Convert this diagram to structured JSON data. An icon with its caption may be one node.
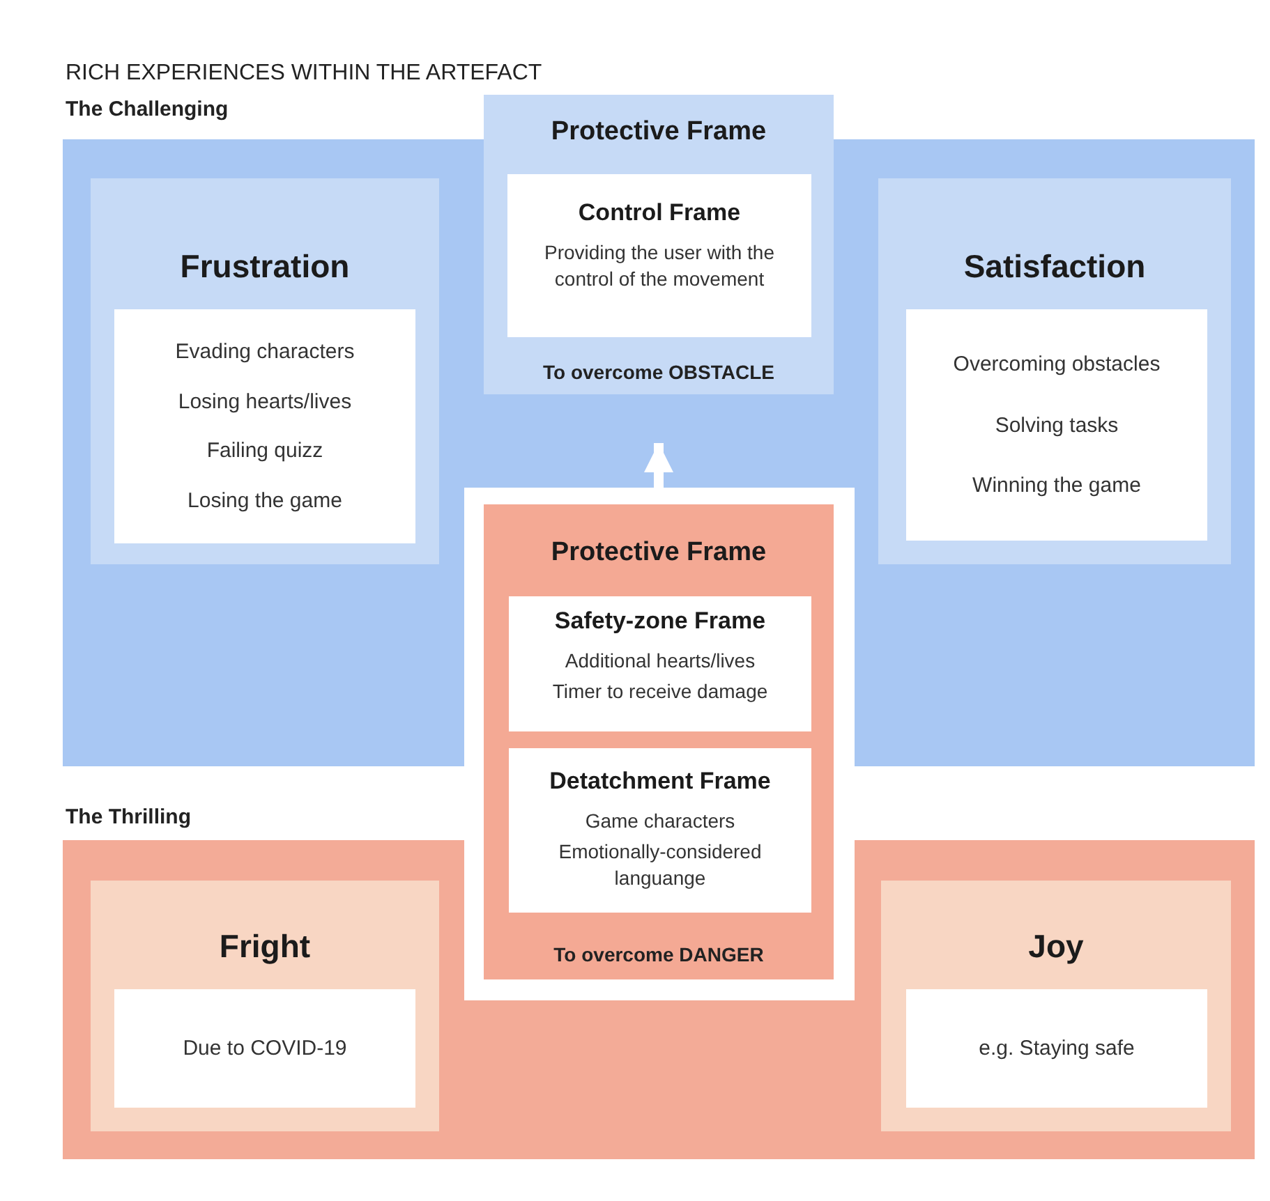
{
  "diagram": {
    "title": "RICH EXPERIENCES WITHIN THE ARTEFACT",
    "nodes": [
      {
        "text": [
          "The Challenging"
        ]
      },
      {
        "text": [
          "Protective Frame",
          "To overcome OBSTACLE"
        ]
      },
      {
        "text": [
          "Control Frame",
          "Providing the user with the control of the movement"
        ],
        "in": 1
      },
      {
        "text": [
          "Frustration"
        ],
        "in": 0
      },
      {
        "text": [
          "Evading characters",
          "Losing hearts/lives",
          "Failing quizz",
          "Losing the game"
        ],
        "in": 3
      },
      {
        "text": [
          "Satisfaction"
        ],
        "in": 0
      },
      {
        "text": [
          "Overcoming obstacles",
          "Solving tasks",
          "Winning the game"
        ],
        "in": 5
      },
      {
        "text": [
          "Protective Frame",
          "To overcome DANGER"
        ]
      },
      {
        "text": [
          "Safety-zone Frame",
          "Additional hearts/lives",
          "Timer to receive damage"
        ]
      },
      {
        "text": [
          "Detatchment Frame",
          "Game characters",
          "Emotionally-considered languange"
        ],
        "in": 7
      },
      {
        "text": [
          "The Thrilling"
        ]
      },
      {
        "text": [
          "Fright"
        ],
        "in": 10
      },
      {
        "text": [
          "Due to COVID-19"
        ],
        "in": 11
      },
      {
        "text": [
          "Joy"
        ],
        "in": 10
      },
      {
        "text": [
          "e.g. Staying safe"
        ],
        "in": 13
      }
    ],
    "edges": [
      {
        "from": 7,
        "to": 1,
        "arrow": "to",
        "color": "#ffffff"
      }
    ]
  }
}
